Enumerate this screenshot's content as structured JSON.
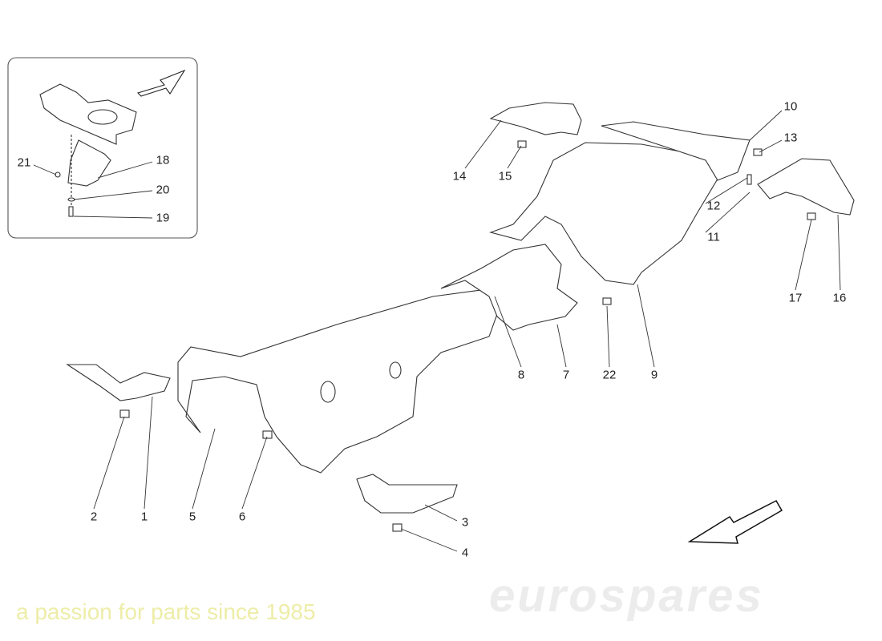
{
  "watermark": {
    "brand": "eurospares",
    "tagline": "a passion for parts since 1985"
  },
  "labels": {
    "l1": "1",
    "l2": "2",
    "l3": "3",
    "l4": "4",
    "l5": "5",
    "l6": "6",
    "l7": "7",
    "l8": "8",
    "l9": "9",
    "l10": "10",
    "l11": "11",
    "l12": "12",
    "l13": "13",
    "l14": "14",
    "l15": "15",
    "l16": "16",
    "l17": "17",
    "l18": "18",
    "l19": "19",
    "l20": "20",
    "l21": "21",
    "l22": "22"
  }
}
